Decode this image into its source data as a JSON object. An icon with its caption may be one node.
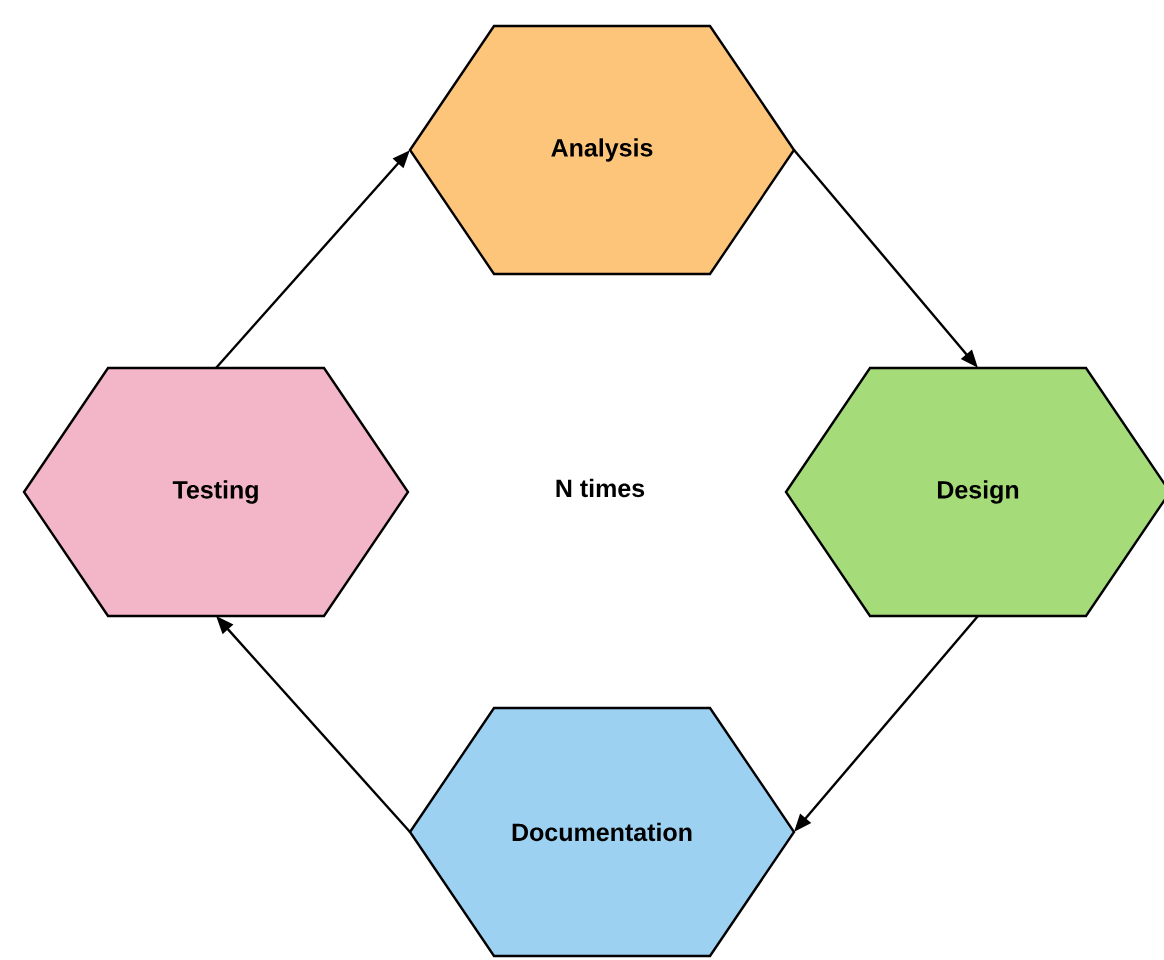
{
  "diagram": {
    "nodes": [
      {
        "text": [
          "Analysis"
        ]
      },
      {
        "text": [
          "Testing"
        ]
      },
      {
        "text": [
          "Design"
        ]
      },
      {
        "text": [
          "Documentation"
        ]
      }
    ],
    "edges": [
      {
        "from": 1,
        "to": 0,
        "arrow": "to"
      },
      {
        "from": 0,
        "to": 2,
        "arrow": "to"
      },
      {
        "from": 2,
        "to": 3,
        "arrow": "to"
      },
      {
        "from": 3,
        "to": 1,
        "arrow": "to"
      }
    ],
    "labels": [
      "N times"
    ]
  }
}
